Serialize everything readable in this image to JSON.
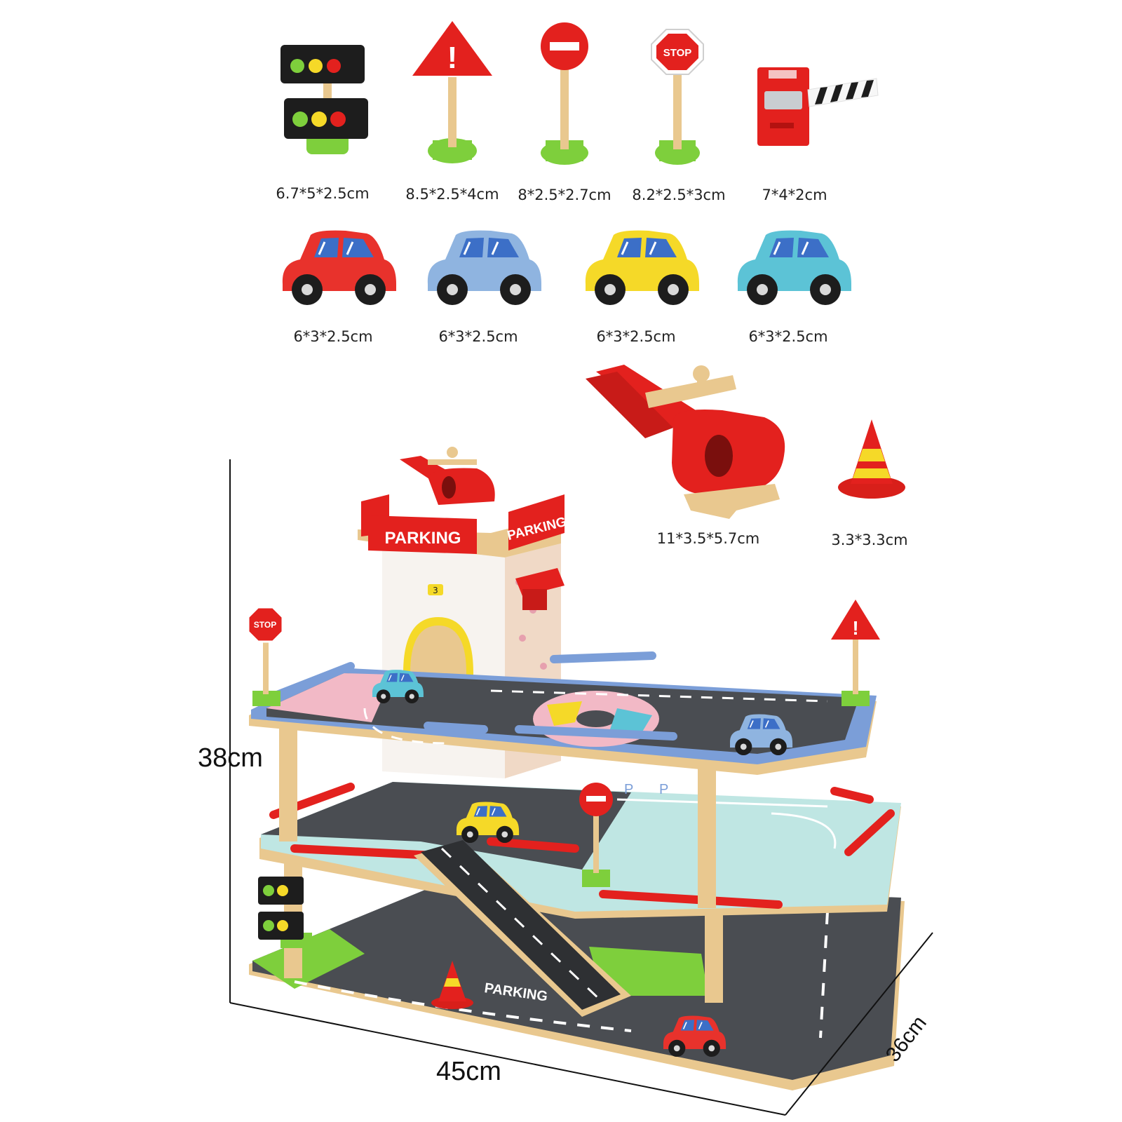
{
  "accessories": {
    "traffic_light": {
      "size": "6.7*5*2.5cm"
    },
    "warning_sign": {
      "size": "8.5*2.5*4cm",
      "symbol": "!"
    },
    "no_entry_sign": {
      "size": "8*2.5*2.7cm"
    },
    "stop_sign": {
      "size": "8.2*2.5*3cm",
      "text": "STOP"
    },
    "barrier_gate": {
      "size": "7*4*2cm"
    }
  },
  "cars": [
    {
      "color": "#e8322c",
      "size": "6*3*2.5cm"
    },
    {
      "color": "#8fb4e0",
      "size": "6*3*2.5cm"
    },
    {
      "color": "#f5d928",
      "size": "6*3*2.5cm"
    },
    {
      "color": "#5cc3d6",
      "size": "6*3*2.5cm"
    }
  ],
  "helicopter": {
    "size": "11*3.5*5.7cm"
  },
  "cone": {
    "size": "3.3*3.3cm"
  },
  "garage": {
    "sign_front": "PARKING",
    "sign_side": "PARKING",
    "ground_label": "PARKING",
    "stop_sign": "STOP",
    "warning_symbol": "!",
    "level_badge": "3",
    "bay_labels": [
      "P",
      "P"
    ],
    "height": "38cm",
    "width": "45cm",
    "depth": "36cm"
  },
  "colors": {
    "red": "#e3211e",
    "green": "#7ecf3c",
    "wood": "#e9c88f",
    "road": "#4a4d52",
    "blue_rail": "#7b9ed8",
    "pink": "#f2b9c6",
    "mint": "#bfe6e3"
  }
}
